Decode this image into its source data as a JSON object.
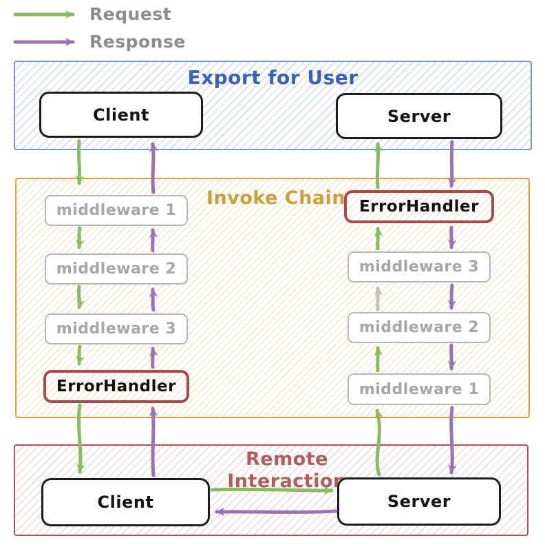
{
  "legend": {
    "request_label": "Request",
    "response_label": "Response"
  },
  "sections": {
    "export_for_user": {
      "title": "Export for User",
      "client_label": "Client",
      "server_label": "Server"
    },
    "invoke_chain": {
      "title": "Invoke Chain",
      "client_chain": [
        "middleware 1",
        "middleware 2",
        "middleware 3",
        "ErrorHandler"
      ],
      "server_chain": [
        "ErrorHandler",
        "middleware 3",
        "middleware 2",
        "middleware 1"
      ]
    },
    "remote_interaction": {
      "title_line1": "Remote",
      "title_line2": "Interaction",
      "client_label": "Client",
      "server_label": "Server"
    }
  },
  "colors": {
    "request-color": "#8cba60",
    "response-color": "#9a73b2",
    "muted-arrow-color": "#c0c0c0",
    "export-border": "#7b97c9",
    "export-title": "#3a62b5",
    "invoke-border": "#dfa22e",
    "invoke-title": "#c9a03c",
    "remote-border": "#b05252",
    "remote-title": "#b25c5c",
    "errorhandler-border": "#a84a4a",
    "middleware-border": "#b6b6b6",
    "middleware-text": "#a6a6a6",
    "node-border": "#1b1b1b",
    "legend-text": "#8d8d8d"
  }
}
